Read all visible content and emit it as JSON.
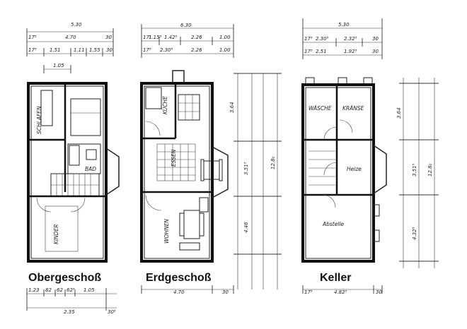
{
  "titles": {
    "upper": "Obergeschoß",
    "ground": "Erdgeschoß",
    "cellar": "Keller"
  },
  "upper": {
    "top_overall": "5.30",
    "top_inner": "4.70",
    "top_left": "17⁵",
    "top_right": "30",
    "seg_row": [
      "17⁵",
      "1.51",
      "1.11",
      "1.55",
      "30"
    ],
    "small_left": "1.05",
    "bottom_row": [
      "1.23",
      "82",
      "62",
      "62⁵",
      "1.05"
    ],
    "bottom_total": "2.35",
    "bottom_right": "30⁵",
    "rooms": {
      "bed": "SCHLAFEN",
      "bath": "BAD",
      "child": "KINDER"
    }
  },
  "ground": {
    "top_overall": "6.30",
    "top_row1": [
      "17⁵",
      "1.15⁵",
      "1.42⁵",
      "2.26",
      "1.00"
    ],
    "top_row2": [
      "17⁵",
      "2.30⁵",
      "2.26",
      "1.00"
    ],
    "bottom_mid": "4.70",
    "bottom_right": "30",
    "rooms": {
      "kitchen": "KÜCHE",
      "dining": "ESSEN",
      "living": "WOHNEN"
    },
    "vert_dims": [
      "3.64",
      "3.51⁵",
      "4.46",
      "12.8₀"
    ]
  },
  "cellar": {
    "top_overall": "5.30",
    "top_row": [
      "17⁵",
      "2.30⁵",
      "2.32⁵",
      "30"
    ],
    "top_row2": [
      "17⁵",
      "2.51",
      "1.92⁵",
      "30"
    ],
    "bottom_row": [
      "17⁵",
      "4.82⁵",
      "30"
    ],
    "rooms": {
      "laundry": "WÄSCHE",
      "storage": "KRÄNSE",
      "heating": "Heize",
      "main": "Abstelle"
    },
    "vert_dims": [
      "3.64",
      "3.51⁵",
      "4.32⁵",
      "12.8₀"
    ]
  }
}
